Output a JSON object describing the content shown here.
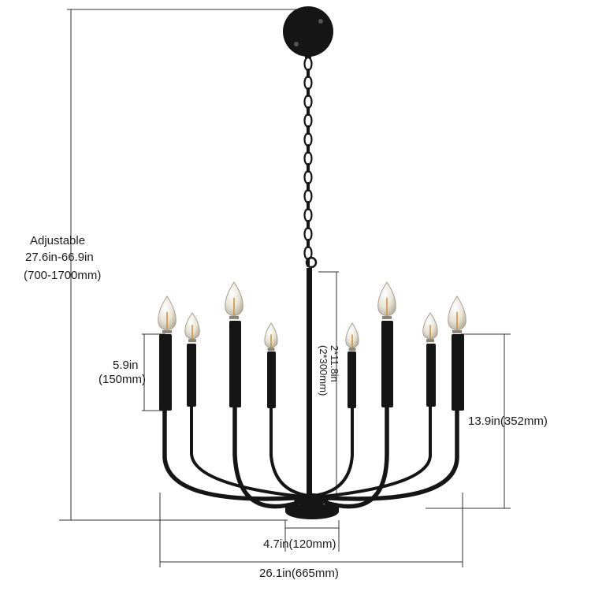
{
  "product": {
    "colors": {
      "metal": "#151515",
      "bulb": "#e8e3d6",
      "filament": "#c98a2b",
      "dimension_line": "#333333"
    },
    "bulb_count": 8
  },
  "dimensions": {
    "height": {
      "line1": "Adjustable",
      "line2": "27.6in-66.9in",
      "line3": "(700-1700mm)"
    },
    "candle": {
      "line1": "5.9in",
      "line2": "(150mm)"
    },
    "rod": {
      "line1": "2*11.8in",
      "line2": "(2*300mm)"
    },
    "body_height": "13.9in(352mm)",
    "base_width": "4.7in(120mm)",
    "total_width": "26.1in(665mm)"
  }
}
